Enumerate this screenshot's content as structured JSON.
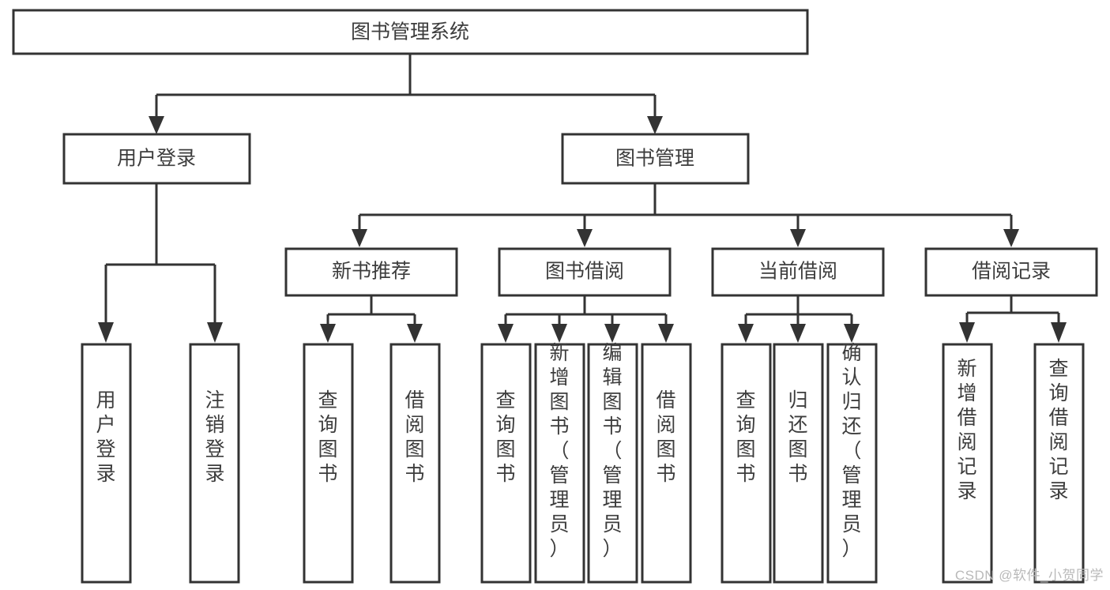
{
  "diagram": {
    "title": "图书管理系统",
    "type": "tree",
    "watermark": "CSDN @软件_小贺同学",
    "colors": {
      "stroke": "#333333",
      "text": "#3d3d3d",
      "background": "#ffffff",
      "watermark": "#b9b9b9"
    },
    "levels": {
      "root": {
        "label": "图书管理系统"
      },
      "level2": [
        {
          "label": "用户登录"
        },
        {
          "label": "图书管理"
        }
      ],
      "level3": [
        {
          "label": "新书推荐"
        },
        {
          "label": "图书借阅"
        },
        {
          "label": "当前借阅"
        },
        {
          "label": "借阅记录"
        }
      ],
      "leaves_user_login": [
        {
          "label": "用户登录"
        },
        {
          "label": "注销登录"
        }
      ],
      "leaves_new_book": [
        {
          "label": "查询图书"
        },
        {
          "label": "借阅图书"
        }
      ],
      "leaves_borrow": [
        {
          "label": "查询图书"
        },
        {
          "label": "新增图书（管理员）"
        },
        {
          "label": "编辑图书（管理员）"
        },
        {
          "label": "借阅图书"
        }
      ],
      "leaves_current": [
        {
          "label": "查询图书"
        },
        {
          "label": "归还图书"
        },
        {
          "label": "确认归还（管理员）"
        }
      ],
      "leaves_record": [
        {
          "label": "新增借阅记录"
        },
        {
          "label": "查询借阅记录"
        }
      ]
    }
  }
}
